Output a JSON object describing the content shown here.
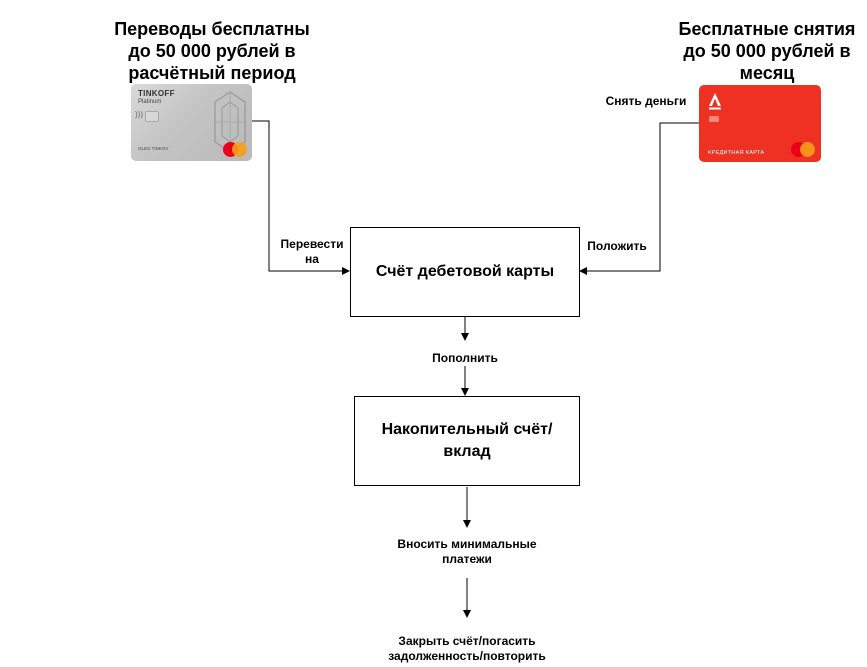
{
  "headings": {
    "left": [
      "Переводы бесплатны",
      "до 50 000 рублей в",
      "расчётный период"
    ],
    "right": [
      "Бесплатные снятия",
      "до 50 000 рублей в",
      "месяц"
    ]
  },
  "cards": {
    "tinkoff": {
      "brand": "TINKOFF",
      "tier": "Platinum",
      "holder": "OLEG TINKOV",
      "color": "#c8c8c8"
    },
    "alfa": {
      "type": "КРЕДИТНАЯ КАРТА",
      "color": "#ef3124"
    }
  },
  "labels": {
    "withdraw": "Снять деньги",
    "transfer": [
      "Перевести",
      "на"
    ],
    "deposit": "Положить",
    "top_up": "Пополнить",
    "min_payments": [
      "Вносить минимальные",
      "платежи"
    ],
    "close": [
      "Закрыть счёт/погасить",
      "задолженность/повторить"
    ]
  },
  "boxes": {
    "debit": "Счёт дебетовой карты",
    "savings": [
      "Накопительный счёт/",
      "вклад"
    ]
  }
}
